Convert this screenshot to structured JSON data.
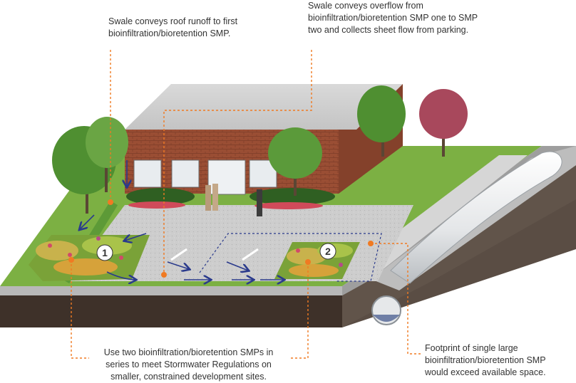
{
  "callouts": {
    "roof_swale": "Swale conveys roof runoff to first\nbioinfiltration/bioretention SMP.",
    "overflow_swale": "Swale conveys overflow from\nbioinfiltration/bioretention SMP one to SMP\ntwo and collects sheet flow from parking.",
    "series_smps": "Use two bioinfiltration/bioretention SMPs in\nseries to meet Stormwater Regulations on\nsmaller, constrained development sites.",
    "single_footprint": "Footprint of single large\nbioinfiltration/bioretention SMP\nwould exceed available space."
  },
  "markers": {
    "smp_one": "1",
    "smp_two": "2"
  },
  "colors": {
    "leader": "#f07a22",
    "flow_arrow": "#2a3a8c",
    "grass": "#7cb043",
    "soil": "#3e3129",
    "pavement": "#c9c9c9",
    "brick": "#9a4e34",
    "pipe": "#e6e8ea"
  }
}
